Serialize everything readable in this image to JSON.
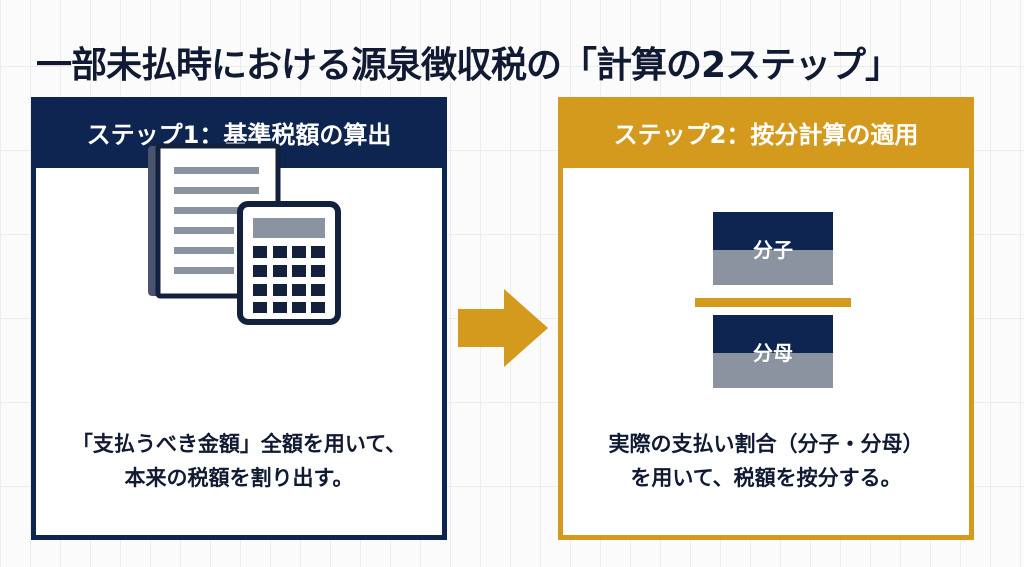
{
  "title": "一部未払時における源泉徴収税の「計算の2ステップ」",
  "step1": {
    "header": "ステップ1：基準税額の算出",
    "icon": "document-calculator-icon",
    "desc_line1": "「支払うべき金額」全額を用いて、",
    "desc_line2": "本来の税額を割り出す。"
  },
  "step2": {
    "header": "ステップ2：按分計算の適用",
    "numerator": "分子",
    "denominator": "分母",
    "desc_line1": "実際の支払い割合（分子・分母）",
    "desc_line2": "を用いて、税額を按分する。"
  },
  "colors": {
    "navy": "#0d2550",
    "gold": "#d49a1e",
    "gray": "#8c93a0"
  }
}
